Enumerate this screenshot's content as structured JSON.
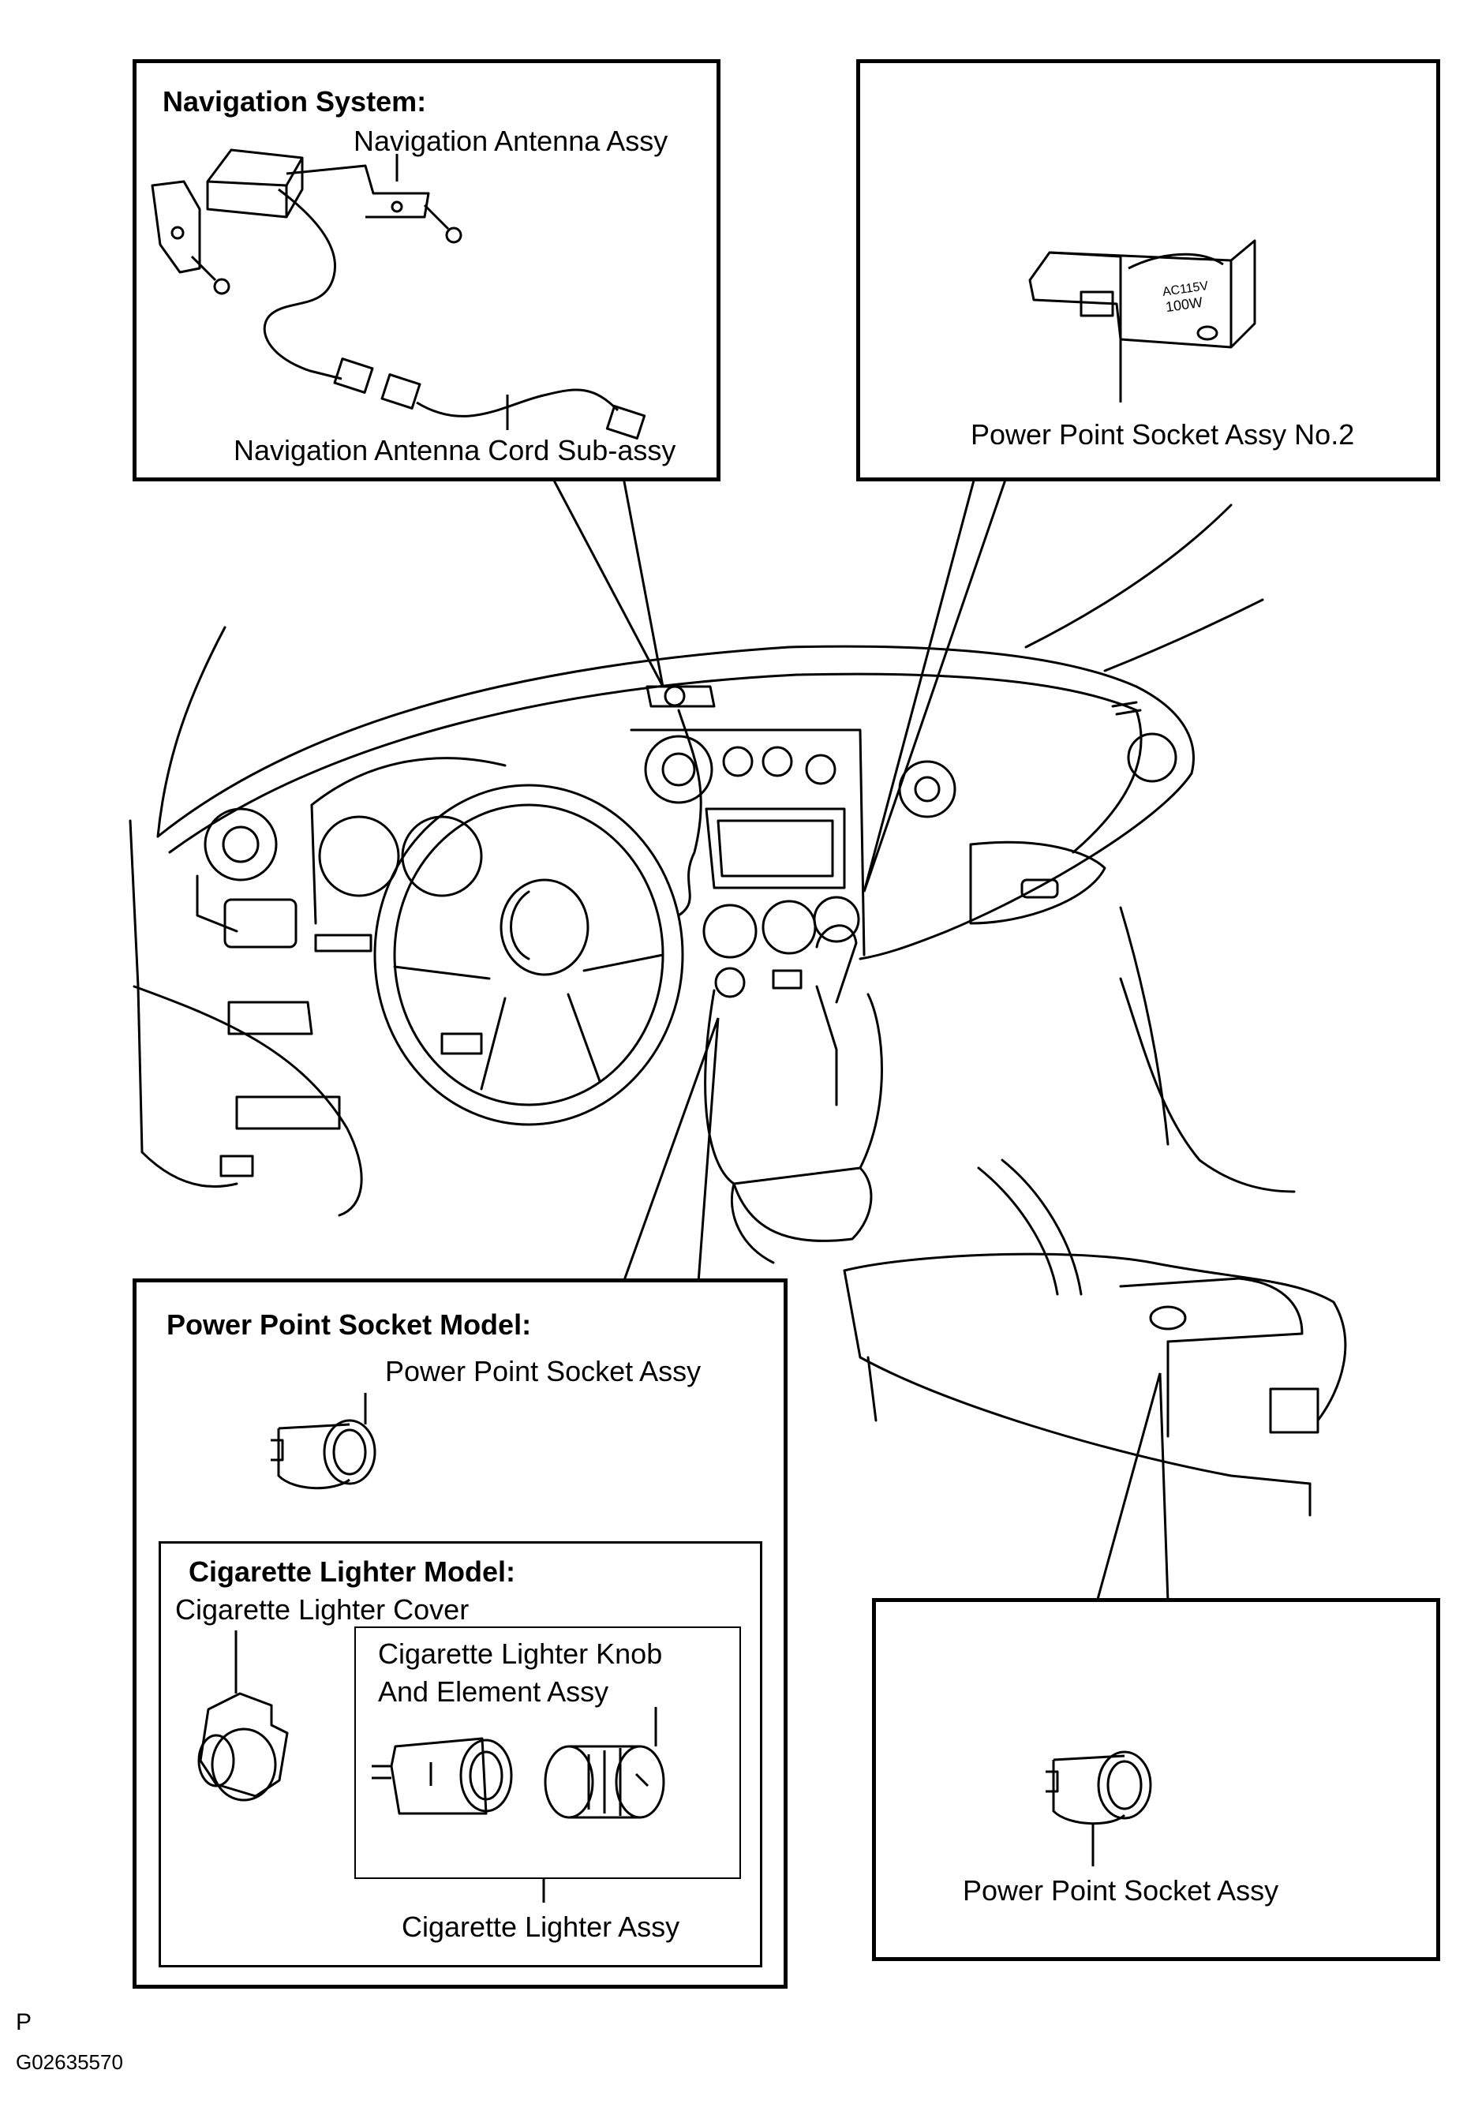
{
  "navigation": {
    "heading": "Navigation System:",
    "antenna_assy": "Navigation Antenna Assy",
    "cord_sub_assy": "Navigation Antenna Cord Sub-assy"
  },
  "power_point_no2": {
    "label": "Power Point Socket Assy No.2",
    "panel_text_line1": "AC115V",
    "panel_text_line2": "100W"
  },
  "power_point_model": {
    "heading": "Power Point Socket Model:",
    "socket_assy": "Power Point Socket Assy"
  },
  "cigarette_lighter_model": {
    "heading": "Cigarette Lighter  Model:",
    "cover": "Cigarette Lighter Cover",
    "knob_line1": "Cigarette Lighter Knob",
    "knob_line2": "And Element Assy",
    "lighter_assy": "Cigarette Lighter Assy"
  },
  "console_power_point": {
    "label": "Power Point Socket Assy"
  },
  "footer": {
    "code_letter": "P",
    "figure_id": "G02635570"
  }
}
